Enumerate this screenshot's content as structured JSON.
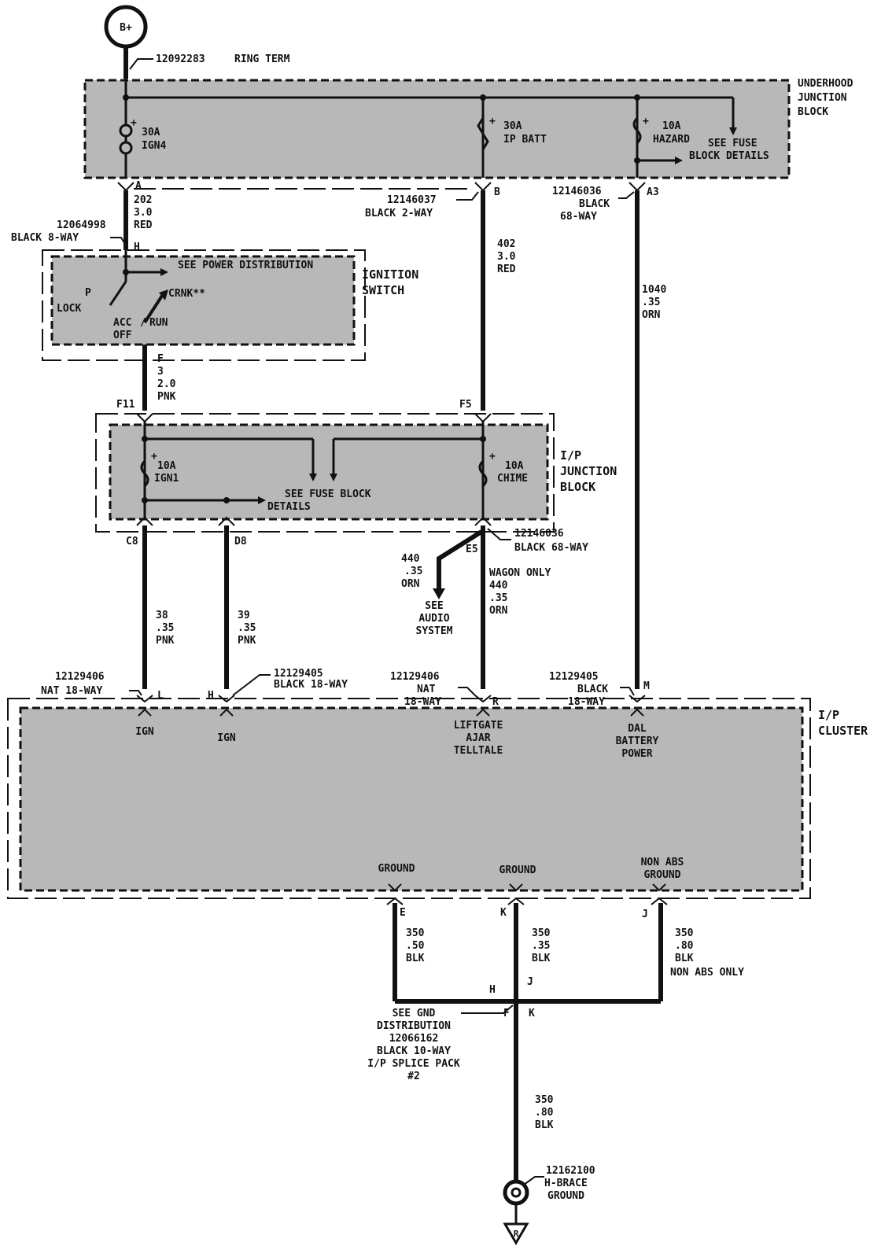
{
  "battery": {
    "symbol": "B+",
    "part": "12092283",
    "label": "RING TERM"
  },
  "underhood": {
    "title": [
      "UNDERHOOD",
      "JUNCTION",
      "BLOCK"
    ],
    "fuse1": [
      "30A",
      "IGN4"
    ],
    "fuse2": [
      "30A",
      "IP BATT"
    ],
    "fuse3": [
      "10A",
      "HAZARD"
    ],
    "see_fuse": [
      "SEE FUSE",
      "BLOCK DETAILS"
    ],
    "pins": {
      "a": "A",
      "b": "B",
      "a3": "A3"
    }
  },
  "wires": {
    "w202": [
      "202",
      "3.0",
      "RED"
    ],
    "w402": [
      "402",
      "3.0",
      "RED"
    ],
    "w1040": [
      "1040",
      ".35",
      "ORN"
    ],
    "w3": [
      "3",
      "2.0",
      "PNK"
    ],
    "w38": [
      "38",
      ".35",
      "PNK"
    ],
    "w39": [
      "39",
      ".35",
      "PNK"
    ],
    "w440a": [
      "440",
      ".35",
      "ORN"
    ],
    "w440b": [
      "WAGON ONLY",
      "440",
      ".35",
      "ORN"
    ],
    "w350e": [
      "350",
      ".50",
      "BLK"
    ],
    "w350k": [
      "350",
      ".35",
      "BLK"
    ],
    "w350j": [
      "350",
      ".80",
      "BLK",
      "NON ABS ONLY"
    ],
    "w350g": [
      "350",
      ".80",
      "BLK"
    ]
  },
  "connectors": {
    "c12146037": [
      "12146037",
      "BLACK 2-WAY"
    ],
    "c12146036top": [
      "12146036",
      "BLACK",
      "68-WAY"
    ],
    "c12064998": [
      "12064998",
      "BLACK 8-WAY"
    ],
    "c12146036mid": [
      "12146036",
      "BLACK 68-WAY"
    ],
    "c12129406a": [
      "12129406",
      "NAT 18-WAY"
    ],
    "c12129405a": [
      "12129405",
      "BLACK 18-WAY"
    ],
    "c12129406b": [
      "12129406",
      "NAT",
      "18-WAY"
    ],
    "c12129405b": [
      "12129405",
      "BLACK",
      "18-WAY"
    ]
  },
  "ignition": {
    "title": [
      "IGNITION",
      "SWITCH"
    ],
    "see_power": "SEE POWER DISTRIBUTION",
    "crank": "CRNK**",
    "lock": "LOCK",
    "p": "P",
    "acc": "ACC",
    "run": "RUN",
    "off": "OFF",
    "pin_h": "H",
    "pin_f": "F"
  },
  "ip_junction": {
    "title": [
      "I/P",
      "JUNCTION",
      "BLOCK"
    ],
    "fuse1": [
      "10A",
      "IGN1"
    ],
    "fuse2": [
      "10A",
      "CHIME"
    ],
    "see_fuse": [
      "SEE FUSE BLOCK",
      "DETAILS"
    ],
    "pins": {
      "f11": "F11",
      "f5": "F5",
      "c8": "C8",
      "d8": "D8",
      "e5": "E5"
    }
  },
  "audio": [
    "SEE",
    "AUDIO",
    "SYSTEM"
  ],
  "cluster": {
    "title": [
      "I/P",
      "CLUSTER"
    ],
    "pins": {
      "l": "L",
      "h": "H",
      "r": "R",
      "m": "M",
      "e": "E",
      "k": "K",
      "j": "J"
    },
    "ign1": "IGN",
    "ign2": "IGN",
    "liftgate": [
      "LIFTGATE",
      "AJAR",
      "TELLTALE"
    ],
    "dal": [
      "DAL",
      "BATTERY",
      "POWER"
    ],
    "ground1": "GROUND",
    "ground2": "GROUND",
    "nonabs": [
      "NON ABS",
      "GROUND"
    ]
  },
  "splice": {
    "pins": {
      "h": "H",
      "j": "J",
      "f": "F",
      "k": "K"
    },
    "text": [
      "SEE GND",
      "DISTRIBUTION",
      "12066162",
      "BLACK 10-WAY",
      "I/P SPLICE PACK",
      "#2"
    ]
  },
  "ground": {
    "part": "12162100",
    "label": [
      "H-BRACE",
      "GROUND"
    ],
    "symbol": "R"
  }
}
